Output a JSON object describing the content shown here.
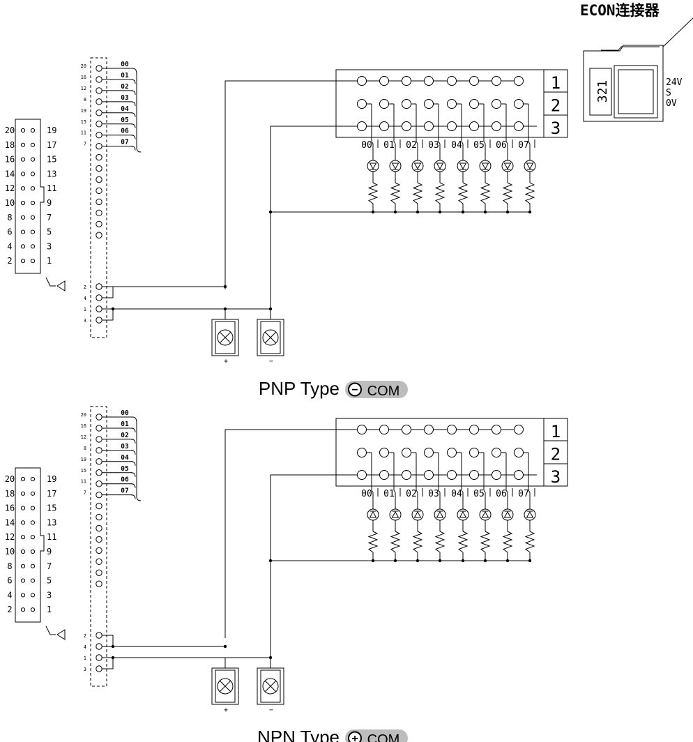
{
  "econ": {
    "title": "ECON连接器",
    "pins": "321",
    "labels": [
      "24V",
      "S",
      "0V"
    ]
  },
  "idc_connector": {
    "left_numbers": [
      "20",
      "18",
      "16",
      "14",
      "12",
      "10",
      "8",
      "6",
      "4",
      "2"
    ],
    "right_numbers": [
      "19",
      "17",
      "15",
      "13",
      "11",
      "9",
      "7",
      "5",
      "3",
      "1"
    ]
  },
  "terminal_strip": {
    "io_pins": [
      "20",
      "16",
      "12",
      "8",
      "19",
      "15",
      "11",
      "7"
    ],
    "io_labels": [
      "00",
      "01",
      "02",
      "03",
      "04",
      "05",
      "06",
      "07"
    ],
    "power_pins": [
      "2",
      "4",
      "1",
      "3"
    ]
  },
  "channels": [
    "00",
    "01",
    "02",
    "03",
    "04",
    "05",
    "06",
    "07"
  ],
  "rows": [
    "1",
    "2",
    "3"
  ],
  "supply": {
    "plus": "+",
    "minus": "−"
  },
  "sections": [
    {
      "id": "pnp",
      "type_text": "PNP Type",
      "com_sign": "−",
      "com_text": "COM"
    },
    {
      "id": "npn",
      "type_text": "NPN Type",
      "com_sign": "+",
      "com_text": "COM"
    }
  ]
}
